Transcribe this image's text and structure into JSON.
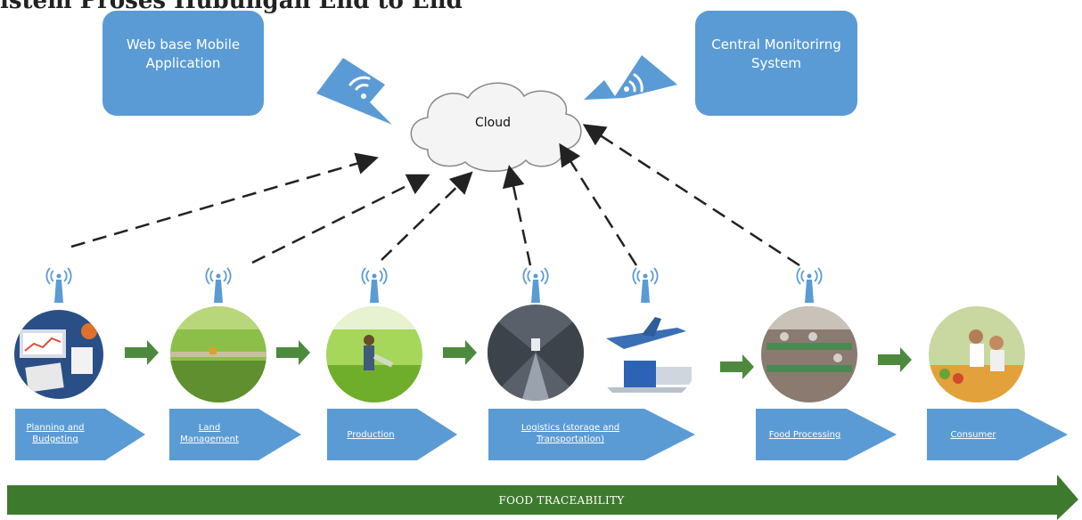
{
  "title": "istem Proses Hubungan End to End",
  "top_boxes": {
    "web_app": "Web base Mobile\nApplication",
    "central": "Central Monitorirng\nSystem"
  },
  "cloud": "Cloud",
  "stages": [
    {
      "label": "Planning and\nBudgeting",
      "photo": "laptop-desk-icon"
    },
    {
      "label": "Land\nManagement",
      "photo": "rice-field-icon"
    },
    {
      "label": "Production",
      "photo": "farmer-spraying-icon"
    },
    {
      "label": "Logistics (storage and\nTransportation)",
      "photo": "warehouse-icon"
    },
    {
      "label": "Food Processing",
      "photo": "factory-icon"
    },
    {
      "label": "Consumer",
      "photo": "shopper-icon"
    }
  ],
  "footer": "FOOD TRACEABILITY",
  "colors": {
    "box": "#5b9bd5",
    "arrow_green": "#4e8a3e",
    "bar_green": "#3d7a2e",
    "dashed": "#222222"
  }
}
